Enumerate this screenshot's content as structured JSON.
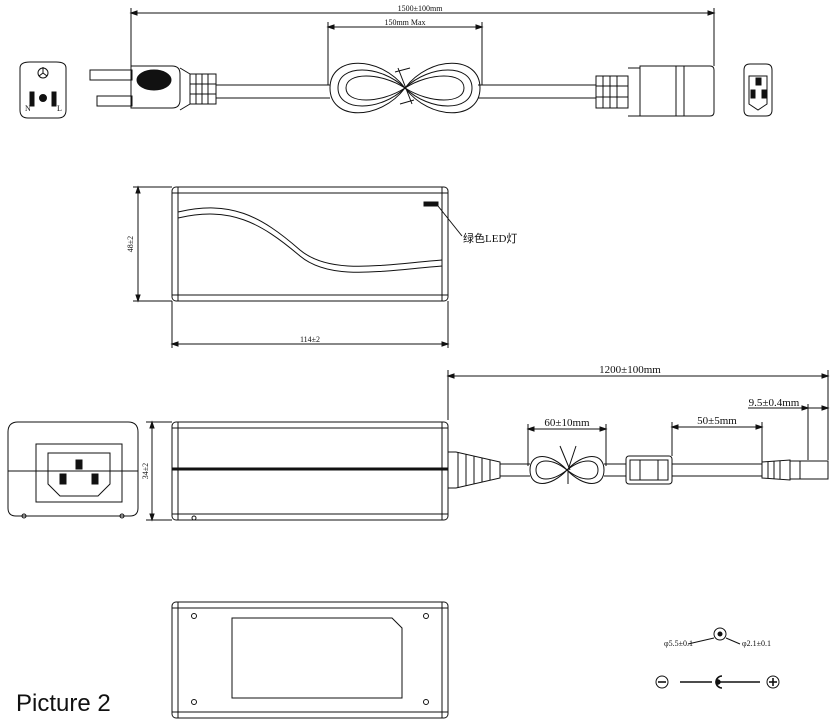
{
  "caption": "Picture 2",
  "labels": {
    "total_length": "1500±100mm",
    "coil_max": "150mm Max",
    "plug_n": "N",
    "plug_l": "L",
    "height": "48±2",
    "width": "114±2",
    "led": "绿色LED灯",
    "dc_cable": "1200±100mm",
    "dc_coil": "60±10mm",
    "dc_ferrite": "50±5mm",
    "dc_tip": "9.5±0.4mm",
    "thickness": "34±2",
    "od": "φ5.5±0.1",
    "id": "φ2.1±0.1"
  },
  "colors": {
    "line": "#111111",
    "background": "#ffffff"
  }
}
